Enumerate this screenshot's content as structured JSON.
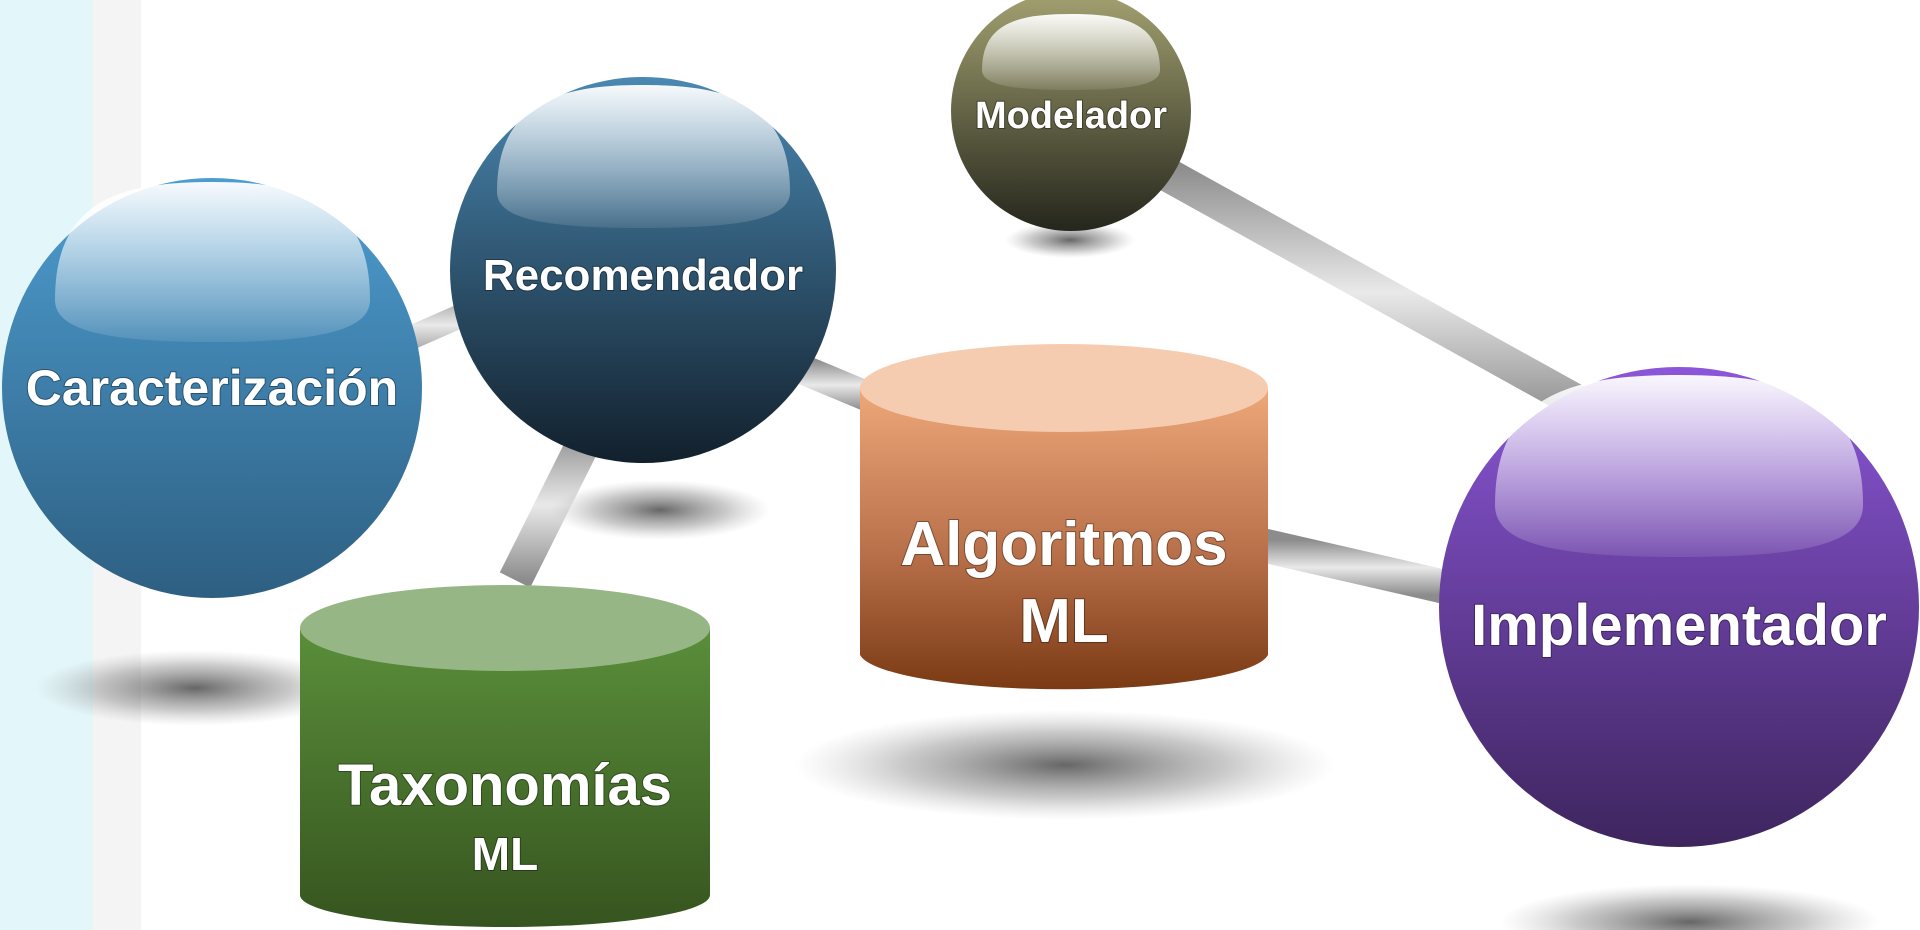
{
  "diagram": {
    "nodes": {
      "caracterizacion": {
        "label": "Caracterización",
        "shape": "sphere",
        "color": "#4a94c4"
      },
      "recomendador": {
        "label": "Recomendador",
        "shape": "sphere",
        "color": "#2f5e80"
      },
      "modelador": {
        "label": "Modelador",
        "shape": "sphere",
        "color": "#77754c"
      },
      "implementador": {
        "label": "Implementador",
        "shape": "sphere",
        "color": "#6a40a8"
      },
      "taxonomias": {
        "line1": "Taxonomías",
        "line2": "ML",
        "shape": "cylinder",
        "color": "#4f7d33"
      },
      "algoritmos": {
        "line1": "Algoritmos",
        "line2": "ML",
        "shape": "cylinder",
        "color": "#d88a5a"
      }
    },
    "edges": [
      [
        "caracterizacion",
        "recomendador"
      ],
      [
        "recomendador",
        "taxonomias"
      ],
      [
        "recomendador",
        "algoritmos"
      ],
      [
        "algoritmos",
        "implementador"
      ],
      [
        "modelador",
        "implementador"
      ]
    ]
  }
}
